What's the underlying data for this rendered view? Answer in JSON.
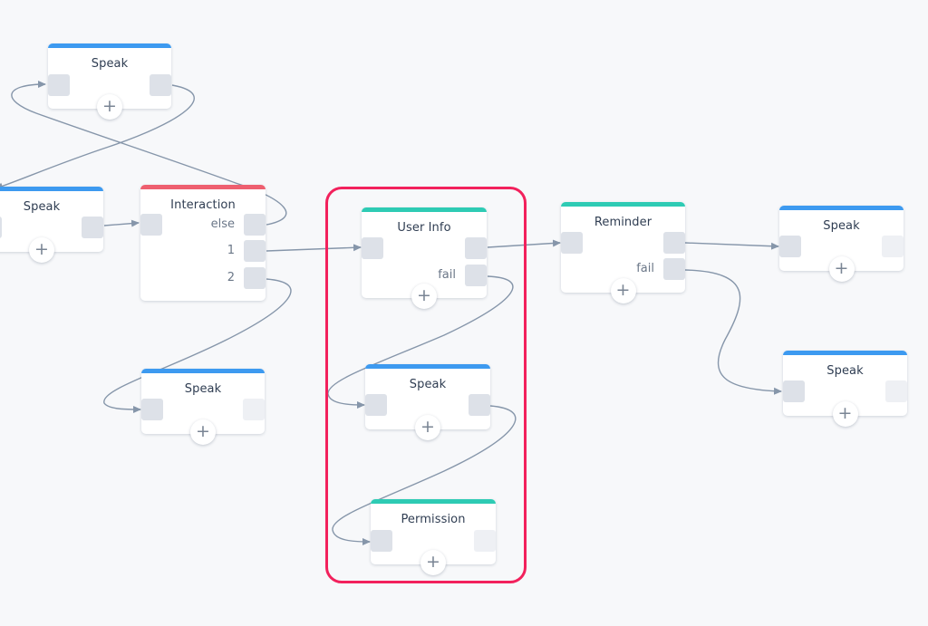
{
  "colors": {
    "background": "#f7f8fa",
    "speak": "#3d9af0",
    "interaction": "#ee5f6f",
    "action": "#2ecbb4",
    "connector": "#8696aa",
    "highlight": "#f2215c"
  },
  "icons": {
    "add": "+"
  },
  "nodes": {
    "speak_top": {
      "title": "Speak"
    },
    "speak_left": {
      "title": "Speak"
    },
    "interaction": {
      "title": "Interaction",
      "port_labels": [
        "else",
        "1",
        "2"
      ]
    },
    "speak_bottom_left": {
      "title": "Speak"
    },
    "user_info": {
      "title": "User Info",
      "fail_label": "fail"
    },
    "speak_middle": {
      "title": "Speak"
    },
    "permission": {
      "title": "Permission"
    },
    "reminder": {
      "title": "Reminder",
      "fail_label": "fail"
    },
    "speak_right_top": {
      "title": "Speak"
    },
    "speak_right_bottom": {
      "title": "Speak"
    }
  }
}
